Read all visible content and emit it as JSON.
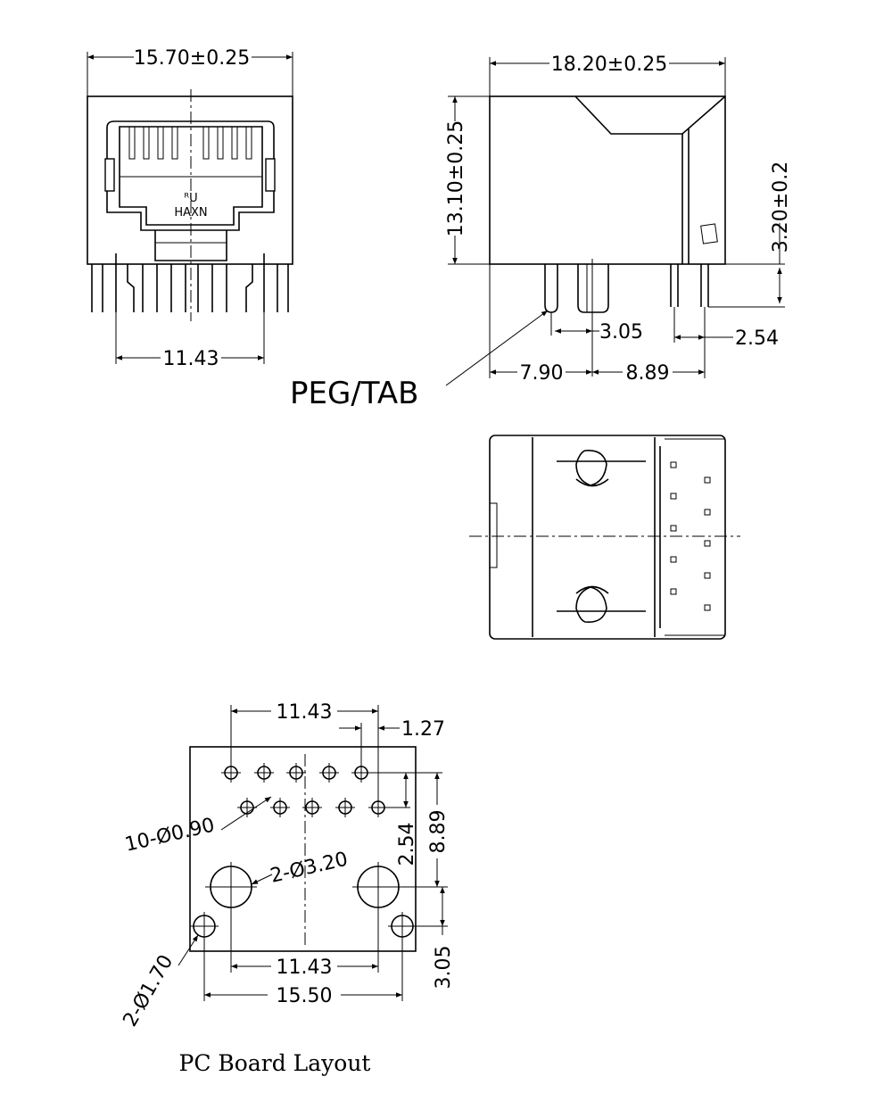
{
  "front_view": {
    "width_dim": "15.70±0.25",
    "pin_span_dim": "11.43",
    "mark_logo": "ᴿU",
    "mark_text": "HAXN"
  },
  "side_view": {
    "length_dim": "18.20±0.25",
    "height_dim": "13.10±0.25",
    "pin_height_dim": "3.20±0.2",
    "peg_offset_dim": "3.05",
    "pin_pitch_dim": "2.54",
    "peg_pos_dim": "7.90",
    "row_pos_dim": "8.89",
    "peg_label": "PEG/TAB"
  },
  "pcb_layout": {
    "top_span_dim": "11.43",
    "pitch_dim": "1.27",
    "signal_holes_dim": "10-Ø0.90",
    "peg_holes_dim": "2-Ø3.20",
    "row_spacing_dim": "2.54",
    "row_to_peg_dim": "8.89",
    "peg_span_dim": "11.43",
    "tab_span_dim": "15.50",
    "peg_to_tab_dim": "3.05",
    "tab_holes_dim": "2-Ø1.70",
    "caption": "PC Board Layout"
  }
}
